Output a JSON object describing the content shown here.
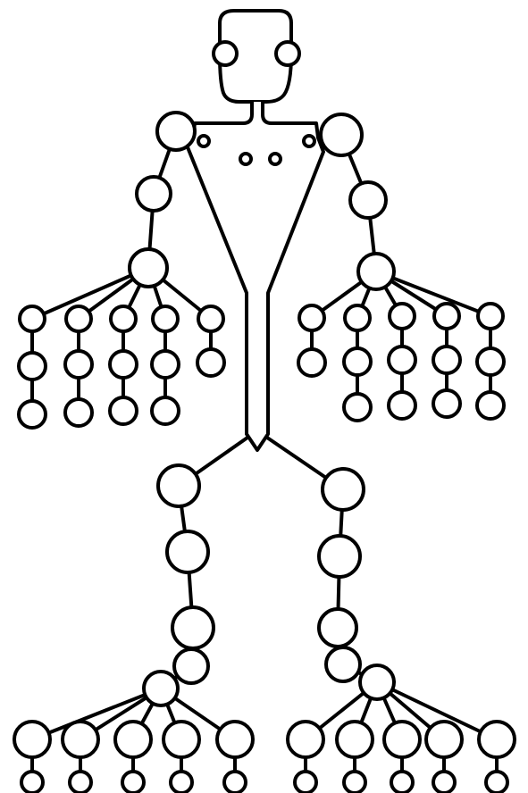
{
  "diagram": {
    "type": "skeleton-keypoint-figure",
    "colors": {
      "stroke": "#000000",
      "fill": "#ffffff",
      "background": "#ffffff"
    },
    "parts": {
      "head": {
        "ears": 2
      },
      "torso": {
        "chest_dots": 4
      },
      "left_arm": {
        "joints": 3,
        "fingers": 5,
        "finger_joints": [
          3,
          3,
          3,
          3,
          2
        ]
      },
      "right_arm": {
        "joints": 3,
        "fingers": 5,
        "finger_joints": [
          2,
          3,
          3,
          3,
          3
        ]
      },
      "left_leg": {
        "joints": 5,
        "toes": 5,
        "toe_joints": [
          2,
          2,
          2,
          2,
          2
        ]
      },
      "right_leg": {
        "joints": 5,
        "toes": 5,
        "toe_joints": [
          2,
          2,
          2,
          2,
          2
        ]
      }
    }
  }
}
